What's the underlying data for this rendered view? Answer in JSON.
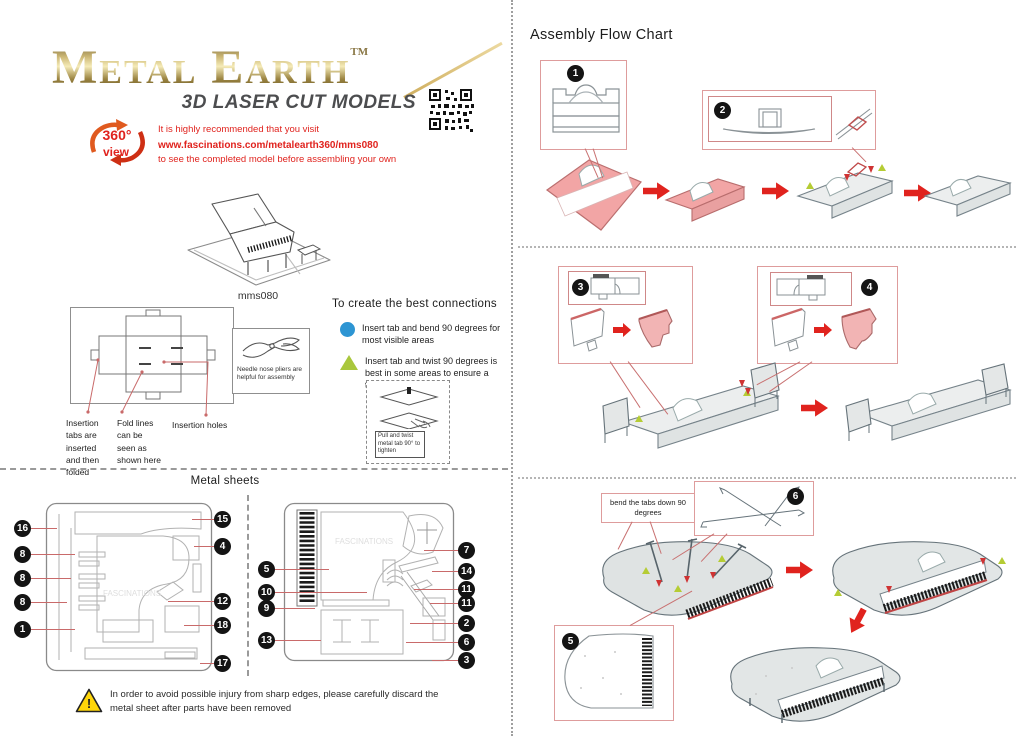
{
  "left_page": {
    "logo_title": "Metal Earth",
    "logo_tm": "TM",
    "logo_subtitle": "3D LASER CUT MODELS",
    "view360": {
      "top": "360°",
      "bottom": "view"
    },
    "recommend": {
      "line1": "It is highly recommended that you visit",
      "line2": "www.fascinations.com/metalearth360/mms080",
      "line3": "to see the completed model before assembling your own"
    },
    "model_code": "mms080",
    "connections": {
      "title": "To create the best connections",
      "circle_text": "Insert tab and bend 90 degrees for most visible areas",
      "triangle_text": "Insert tab and twist 90 degrees is best in some areas to ensure a tight connection",
      "tighten_note": "Pull and twist metal tab 90° to tighten"
    },
    "tab_labels": {
      "tabs": "Insertion tabs are inserted and then folded",
      "fold": "Fold lines can be seen as shown here",
      "holes": "Insertion holes"
    },
    "pliers_note": "Needle nose pliers are helpful for assembly",
    "sheets_title": "Metal sheets",
    "sheet_watermark": "FASCINATIONS",
    "sheet1": {
      "left_badges": [
        "16",
        "8",
        "8",
        "8",
        "1"
      ],
      "right_badges": [
        "15",
        "4",
        "12",
        "18",
        "17"
      ]
    },
    "sheet2": {
      "left_badges": [
        "5",
        "10",
        "9",
        "13"
      ],
      "right_badges": [
        "7",
        "14",
        "11",
        "11",
        "2",
        "6",
        "3"
      ]
    },
    "warning_text": "In order to avoid possible injury from sharp edges, please carefully discard the metal sheet after parts have been removed"
  },
  "right_page": {
    "title": "Assembly Flow Chart",
    "steps": [
      "1",
      "2",
      "3",
      "4",
      "5",
      "6"
    ],
    "bend_note": "bend the tabs down 90 degrees"
  },
  "colors": {
    "accent_red": "#e0231e",
    "pink_highlight": "#f2a5a5",
    "green_marker": "#a9c73c",
    "blue_marker": "#2d95d3",
    "gold": "#cdb876",
    "gray_part": "#e9eced",
    "badge_black": "#141414",
    "warning_yellow": "#ffd60a"
  }
}
